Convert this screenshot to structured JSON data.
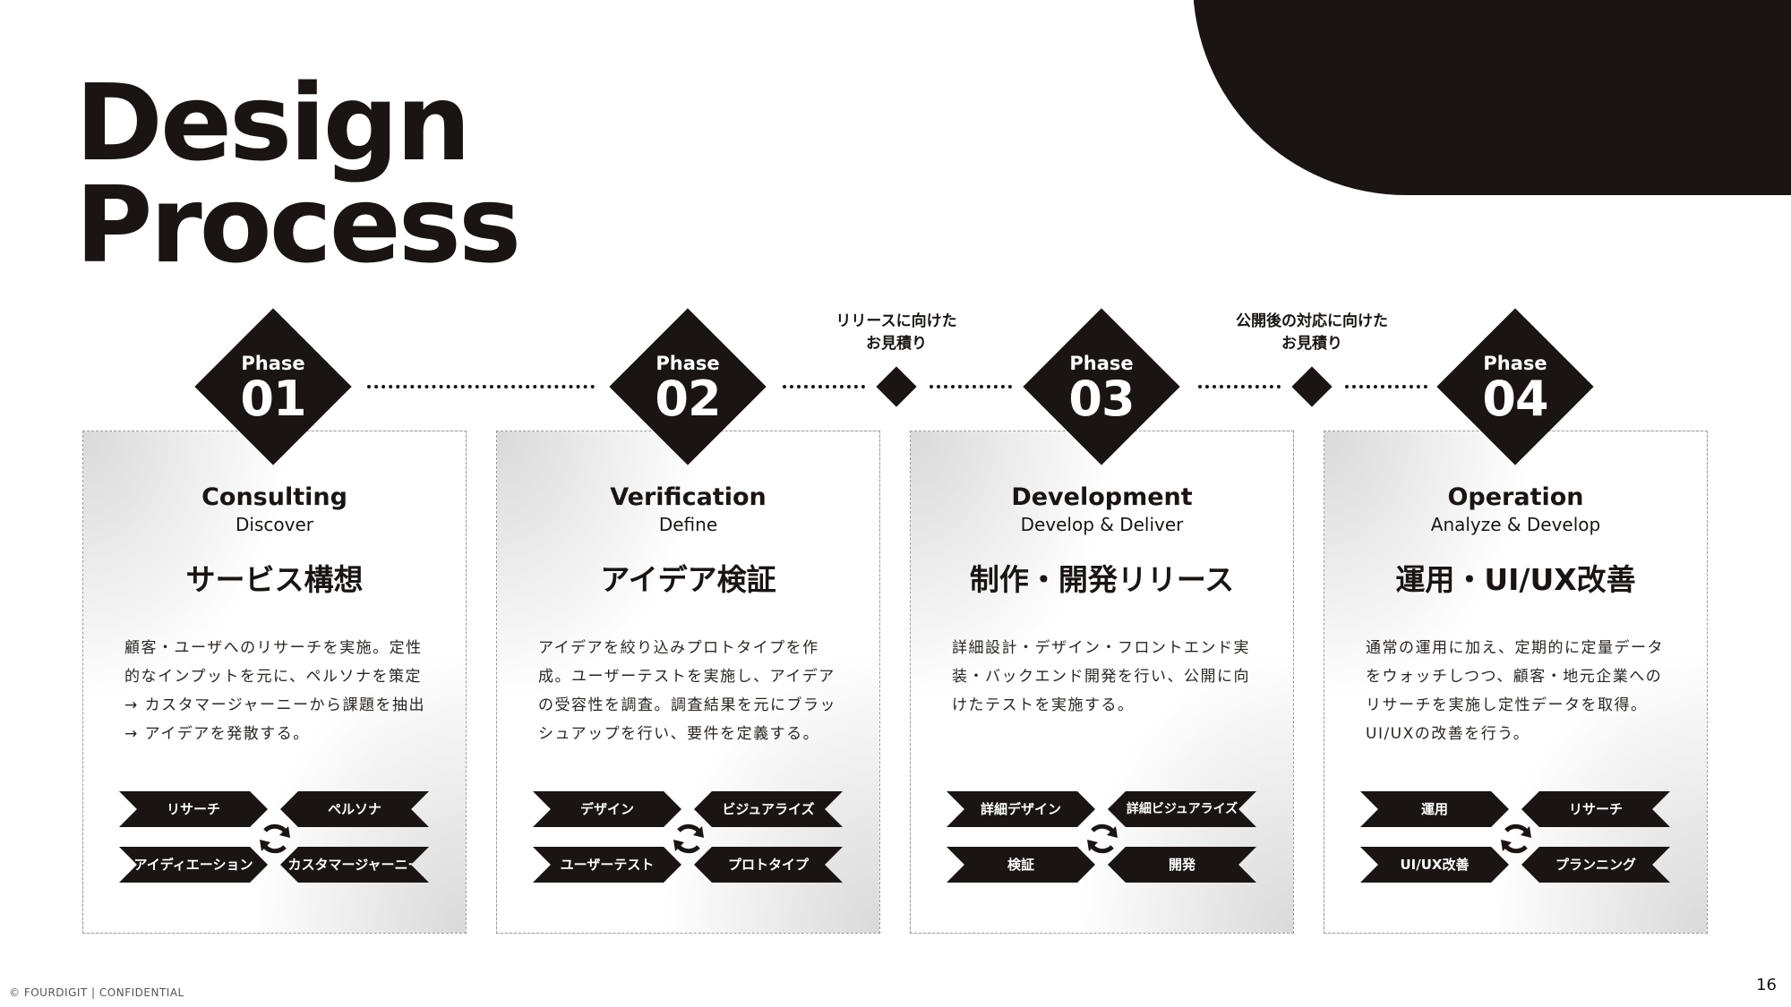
{
  "title": {
    "line1": "Design",
    "line2": "Process"
  },
  "milestones": [
    {
      "label_line1": "リリースに向けた",
      "label_line2": "お見積り"
    },
    {
      "label_line1": "公開後の対応に向けた",
      "label_line2": "お見積り"
    }
  ],
  "phases": [
    {
      "phase_word": "Phase",
      "number": "01",
      "heading": "Consulting",
      "sub": "Discover",
      "jp_title": "サービス構想",
      "description": "顧客・ユーザへのリサーチを実施。定性的なインプットを元に、ペルソナを策定 → カスタマージャーニーから課題を抽出 → アイデアを発散する。",
      "tags": [
        "リサーチ",
        "ペルソナ",
        "アイディエーション",
        "カスタマージャーニー"
      ]
    },
    {
      "phase_word": "Phase",
      "number": "02",
      "heading": "Verification",
      "sub": "Define",
      "jp_title": "アイデア検証",
      "description": "アイデアを絞り込みプロトタイプを作成。ユーザーテストを実施し、アイデアの受容性を調査。調査結果を元にブラッシュアップを行い、要件を定義する。",
      "tags": [
        "デザイン",
        "ビジュアライズ",
        "ユーザーテスト",
        "プロトタイプ"
      ]
    },
    {
      "phase_word": "Phase",
      "number": "03",
      "heading": "Development",
      "sub": "Develop & Deliver",
      "jp_title": "制作・開発リリース",
      "description": "詳細設計・デザイン・フロントエンド実装・バックエンド開発を行い、公開に向けたテストを実施する。",
      "tags": [
        "詳細デザイン",
        "詳細ビジュアライズ",
        "検証",
        "開発"
      ]
    },
    {
      "phase_word": "Phase",
      "number": "04",
      "heading": "Operation",
      "sub": "Analyze & Develop",
      "jp_title": "運用・UI/UX改善",
      "description": "通常の運用に加え、定期的に定量データをウォッチしつつ、顧客・地元企業へのリサーチを実施し定性データを取得。UI/UXの改善を行う。",
      "tags": [
        "運用",
        "リサーチ",
        "UI/UX改善",
        "プランニング"
      ]
    }
  ],
  "footer": "© FOURDIGIT | CONFIDENTIAL",
  "page_number": "16",
  "colors": {
    "primary": "#1a1513",
    "background": "#ffffff",
    "dashed_border": "#9a9a9a"
  },
  "icons": {
    "cycle": "cycle-arrows-icon",
    "milestone": "diamond-icon"
  }
}
